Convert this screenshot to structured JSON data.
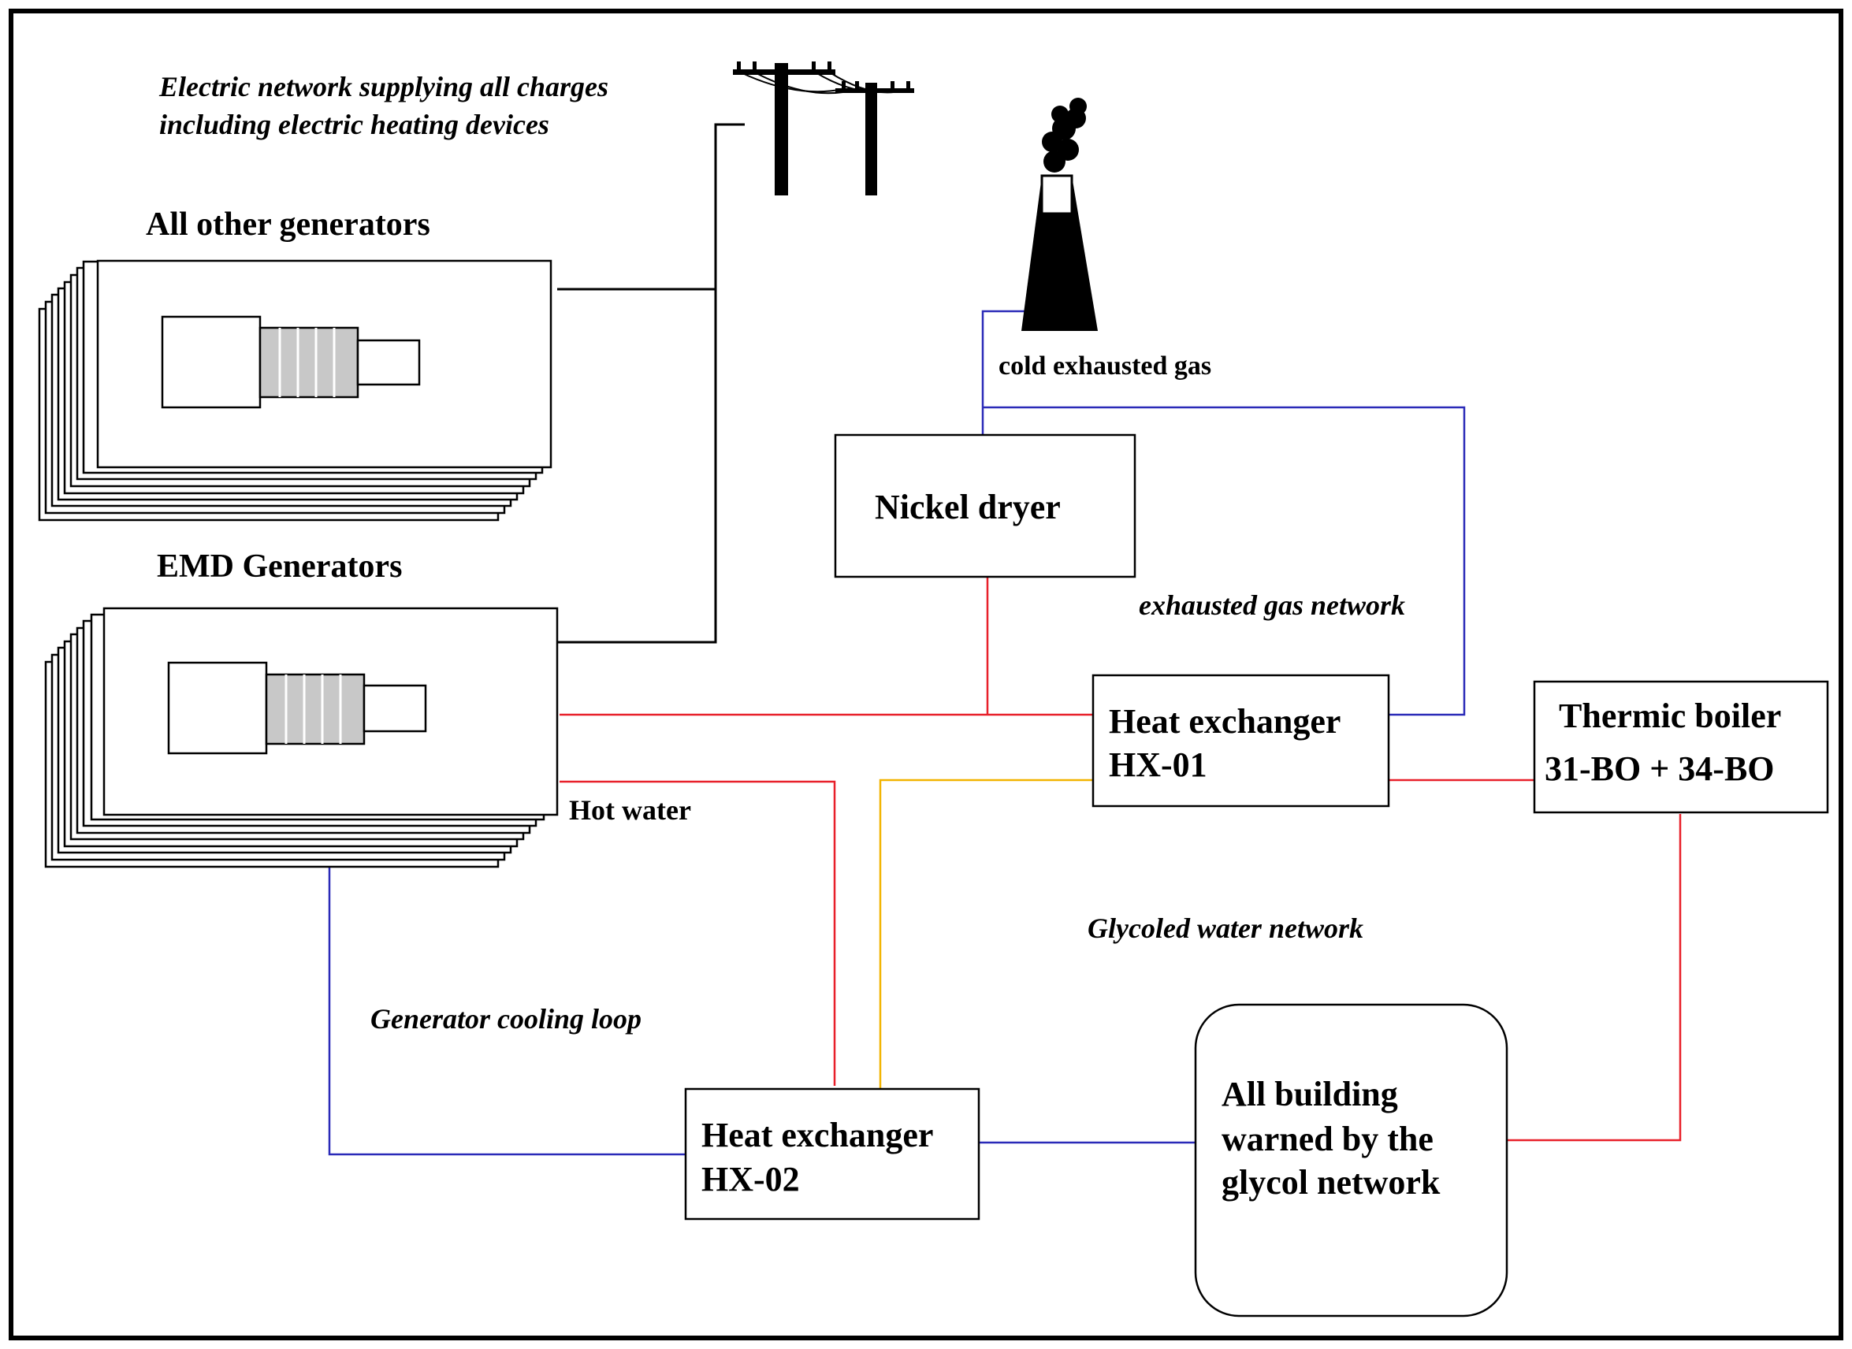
{
  "labels": {
    "electric_network_line1": "Electric network supplying all charges",
    "electric_network_line2": "including electric heating devices",
    "all_other_generators": "All other generators",
    "emd_generators": "EMD Generators",
    "cold_exhausted_gas": "cold exhausted gas",
    "exhausted_gas_network": "exhausted gas network",
    "hot_water": "Hot water",
    "glycoled_water_network": "Glycoled water network",
    "generator_cooling_loop": "Generator cooling loop"
  },
  "boxes": {
    "nickel_dryer": "Nickel dryer",
    "hx01_line1": "Heat exchanger",
    "hx01_line2": "HX-01",
    "boiler_line1": "Thermic boiler",
    "boiler_line2": "31-BO + 34-BO",
    "hx02_line1": "Heat exchanger",
    "hx02_line2": "HX-02",
    "building_line1": "All building",
    "building_line2": "warned by the",
    "building_line3": "glycol network"
  },
  "colors": {
    "hot_water_line": "#e8202a",
    "exhaust_gas_line": "#2a2ab8",
    "glycol_line": "#f2b400",
    "cooling_loop_line": "#2a2ab8",
    "electric_line": "#000000"
  }
}
